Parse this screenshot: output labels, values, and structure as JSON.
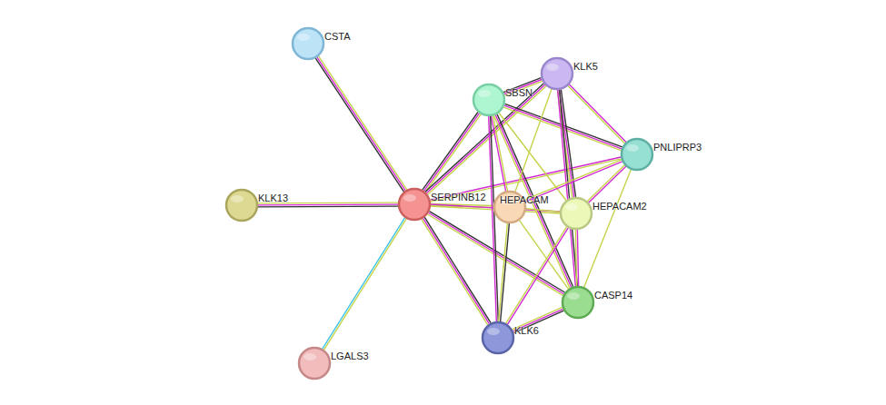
{
  "diagram": {
    "nodes": [
      {
        "text": [
          "CSTA"
        ]
      },
      {
        "text": [
          "KLK5"
        ]
      },
      {
        "text": [
          "SBSN"
        ]
      },
      {
        "text": [
          "PNLIPRP3"
        ]
      },
      {
        "text": [
          "KLK13"
        ]
      },
      {
        "text": [
          "SERPINB12"
        ]
      },
      {
        "text": [
          "HEPACAM"
        ]
      },
      {
        "text": [
          "HEPACAM2"
        ]
      },
      {
        "text": [
          "CASP14"
        ]
      },
      {
        "text": [
          "KLK6"
        ]
      },
      {
        "text": [
          "LGALS3"
        ]
      }
    ],
    "edges": [
      {
        "from": 5,
        "to": 0,
        "arrow": "none"
      },
      {
        "from": 5,
        "to": 4,
        "arrow": "none"
      },
      {
        "from": 5,
        "to": 10,
        "arrow": "none"
      },
      {
        "from": 5,
        "to": 2,
        "arrow": "none"
      },
      {
        "from": 5,
        "to": 1,
        "arrow": "none"
      },
      {
        "from": 5,
        "to": 3,
        "arrow": "none"
      },
      {
        "from": 5,
        "to": 6,
        "arrow": "none"
      },
      {
        "from": 5,
        "to": 7,
        "arrow": "none"
      },
      {
        "from": 5,
        "to": 8,
        "arrow": "none"
      },
      {
        "from": 5,
        "to": 9,
        "arrow": "none"
      },
      {
        "from": 2,
        "to": 1,
        "arrow": "none"
      },
      {
        "from": 2,
        "to": 3,
        "arrow": "none"
      },
      {
        "from": 2,
        "to": 6,
        "arrow": "none"
      },
      {
        "from": 2,
        "to": 7,
        "arrow": "none"
      },
      {
        "from": 2,
        "to": 8,
        "arrow": "none"
      },
      {
        "from": 2,
        "to": 9,
        "arrow": "none"
      },
      {
        "from": 1,
        "to": 3,
        "arrow": "none"
      },
      {
        "from": 1,
        "to": 6,
        "arrow": "none"
      },
      {
        "from": 1,
        "to": 7,
        "arrow": "none"
      },
      {
        "from": 1,
        "to": 8,
        "arrow": "none"
      },
      {
        "from": 3,
        "to": 6,
        "arrow": "none"
      },
      {
        "from": 3,
        "to": 7,
        "arrow": "none"
      },
      {
        "from": 3,
        "to": 8,
        "arrow": "none"
      },
      {
        "from": 6,
        "to": 7,
        "arrow": "none"
      },
      {
        "from": 6,
        "to": 9,
        "arrow": "none"
      },
      {
        "from": 6,
        "to": 8,
        "arrow": "none"
      },
      {
        "from": 7,
        "to": 8,
        "arrow": "none"
      },
      {
        "from": 7,
        "to": 9,
        "arrow": "none"
      },
      {
        "from": 8,
        "to": 9,
        "arrow": "none"
      }
    ]
  }
}
